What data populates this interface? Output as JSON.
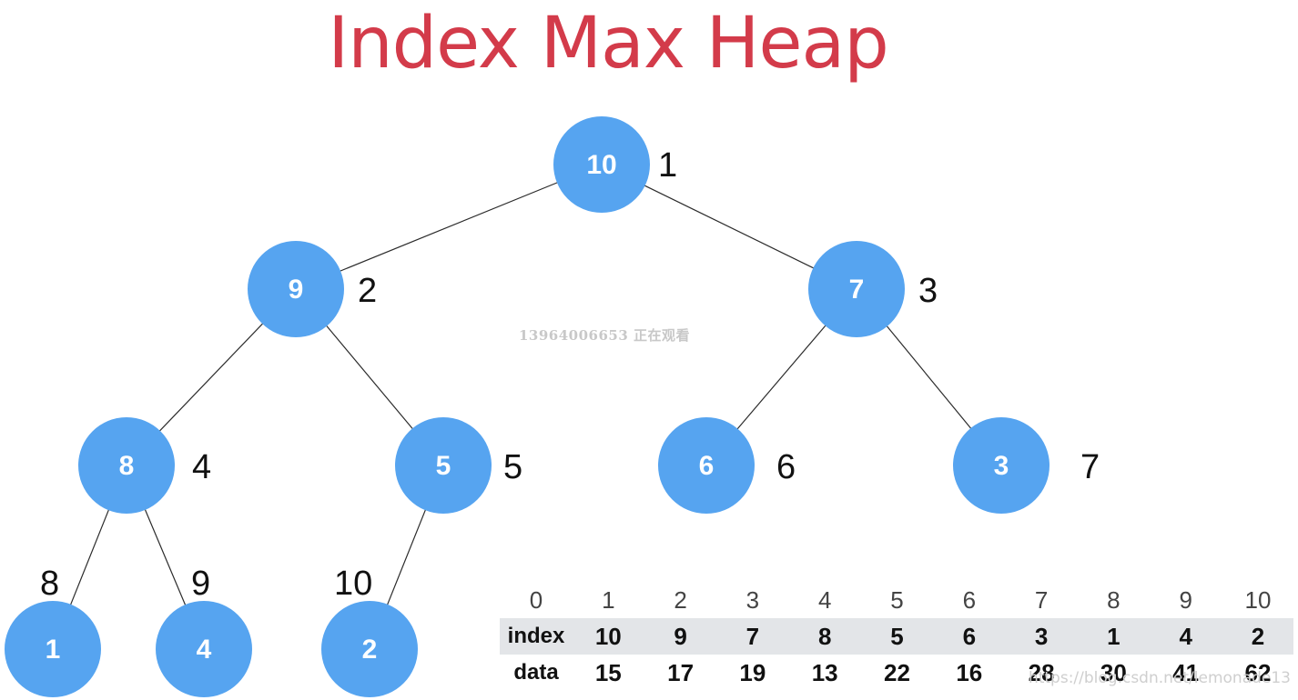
{
  "title": "Index Max Heap",
  "colors": {
    "title": "#d33b4a",
    "node_fill": "#56a4f0",
    "node_text": "#ffffff",
    "edge": "#2b2b2b",
    "table_shade": "#e3e5e8"
  },
  "watermark_text": "13964006653  正在观看",
  "credit_text": "https://blog.csdn.net/lemonade13",
  "heap": {
    "nodes": [
      {
        "value": "10",
        "position": "1"
      },
      {
        "value": "9",
        "position": "2"
      },
      {
        "value": "7",
        "position": "3"
      },
      {
        "value": "8",
        "position": "4"
      },
      {
        "value": "5",
        "position": "5"
      },
      {
        "value": "6",
        "position": "6"
      },
      {
        "value": "3",
        "position": "7"
      },
      {
        "value": "1",
        "position": "8"
      },
      {
        "value": "4",
        "position": "9"
      },
      {
        "value": "2",
        "position": "10"
      }
    ],
    "edges": [
      [
        0,
        1
      ],
      [
        0,
        2
      ],
      [
        1,
        3
      ],
      [
        1,
        4
      ],
      [
        2,
        5
      ],
      [
        2,
        6
      ],
      [
        3,
        7
      ],
      [
        3,
        8
      ],
      [
        4,
        9
      ]
    ]
  },
  "array": {
    "indices": [
      "0",
      "1",
      "2",
      "3",
      "4",
      "5",
      "6",
      "7",
      "8",
      "9",
      "10"
    ],
    "rows": [
      {
        "label": "index",
        "values": [
          "10",
          "9",
          "7",
          "8",
          "5",
          "6",
          "3",
          "1",
          "4",
          "2"
        ]
      },
      {
        "label": "data",
        "values": [
          "15",
          "17",
          "19",
          "13",
          "22",
          "16",
          "28",
          "30",
          "41",
          "62"
        ]
      }
    ]
  }
}
